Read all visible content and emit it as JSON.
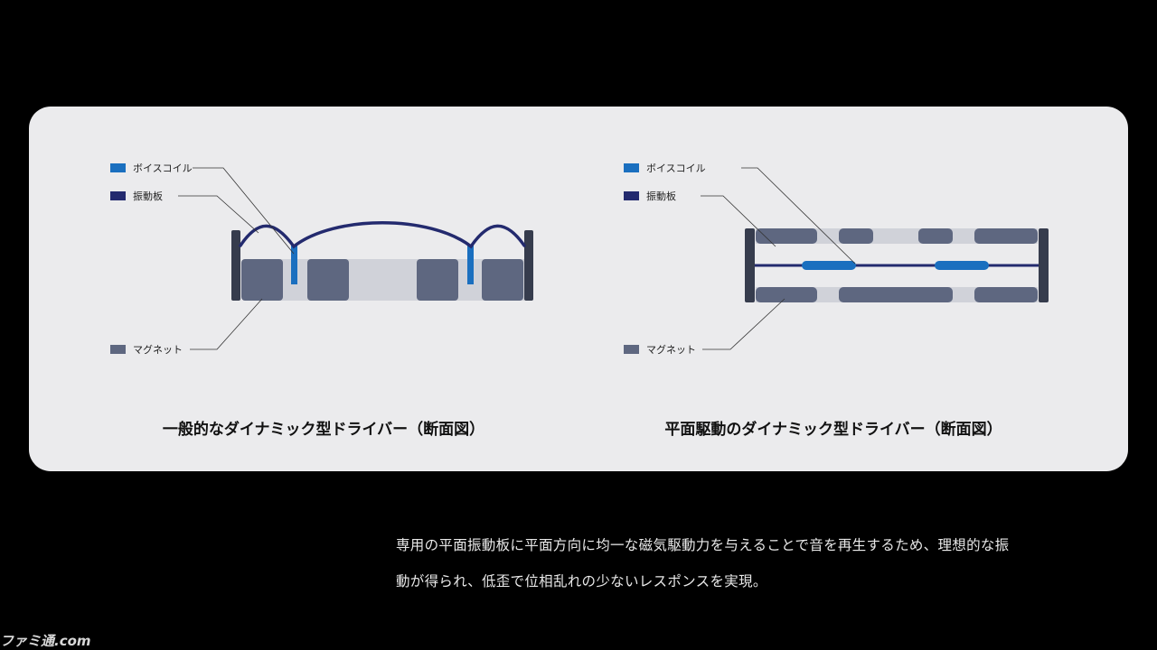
{
  "colors": {
    "voice_coil": "#1a6fbf",
    "diaphragm": "#232a6e",
    "magnet": "#5e6780",
    "frame": "#363c4d",
    "gap": "#d0d2d9",
    "panel_bg": "#ebebed"
  },
  "left_diagram": {
    "legend": {
      "voice_coil": "ボイスコイル",
      "diaphragm": "振動板",
      "magnet": "マグネット"
    },
    "caption": "一般的なダイナミック型ドライバー（断面図）"
  },
  "right_diagram": {
    "legend": {
      "voice_coil": "ボイスコイル",
      "diaphragm": "振動板",
      "magnet": "マグネット"
    },
    "caption": "平面駆動のダイナミック型ドライバー（断面図）"
  },
  "description": {
    "line1": "専用の平面振動板に平面方向に均一な磁気駆動力を与えることで音を再生するため、理想的な振",
    "line2": "動が得られ、低歪で位相乱れの少ないレスポンスを実現。"
  },
  "watermark": "ファミ通.com"
}
